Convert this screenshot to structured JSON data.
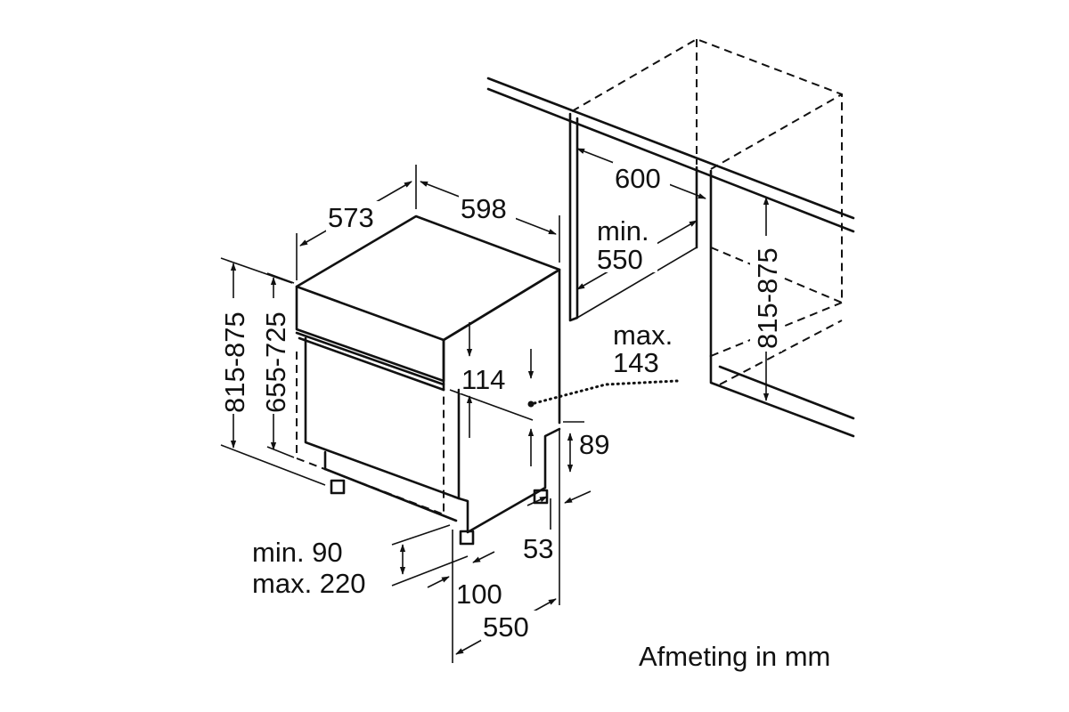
{
  "labels": {
    "cab_width": "600",
    "niche_depth_1": "min.",
    "niche_depth_2": "550",
    "cab_height": "815-875",
    "dev_depth": "573",
    "dev_width": "598",
    "dev_height": "815-875",
    "door_height": "655-725",
    "panel_height": "114",
    "max_1": "max.",
    "max_2": "143",
    "plinth": "89",
    "plinth_h_1": "min. 90",
    "plinth_h_2": "max. 220",
    "feet_100": "100",
    "feet_53": "53",
    "base_depth": "550",
    "unit_note": "Afmeting in mm"
  }
}
